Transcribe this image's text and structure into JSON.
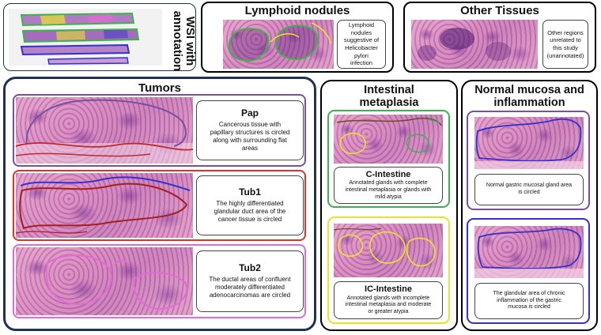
{
  "wsi": {
    "title_line1": "WSI with",
    "title_line2": "annotation"
  },
  "lymphoid": {
    "title": "Lymphoid nodules",
    "desc": [
      "Lymphoid",
      "nodules",
      "suggestive of",
      "Helicobacter",
      "pylori",
      "infection"
    ]
  },
  "other": {
    "title": "Other Tissues",
    "desc": [
      "Other regions",
      "unrelated to",
      "this study",
      "(unannotated)"
    ]
  },
  "tumors": {
    "title": "Tumors",
    "items": [
      {
        "name": "Pap",
        "desc": [
          "Cancerous tissue with",
          "papillary structures is circled",
          "along with surrounding flat",
          "areas"
        ]
      },
      {
        "name": "Tub1",
        "desc": [
          "The highly differentiated",
          "glandular duct area of the",
          "cancer tissue is circled"
        ]
      },
      {
        "name": "Tub2",
        "desc": [
          "The ductal areas of confluent",
          "moderately differentiated",
          "adenocarcinomas are circled"
        ]
      }
    ]
  },
  "intestinal": {
    "title_line1": "Intestinal",
    "title_line2": "metaplasia",
    "items": [
      {
        "name": "C-Intestine",
        "desc": [
          "Annotated glands with complete",
          "intestinal metaplasia or glands with",
          "mild atypia"
        ]
      },
      {
        "name": "IC-Intestine",
        "desc": [
          "Annotated glands with incomplete",
          "intestinal metaplasia and moderate",
          "or greater atypia"
        ]
      }
    ]
  },
  "normal": {
    "title_line1": "Normal mucosa and",
    "title_line2": "inflammation",
    "items": [
      {
        "desc": [
          "Normal gastric mucosal gland area",
          "is circled"
        ]
      },
      {
        "desc": [
          "The glandular area of chronic",
          "inflammation of the gastric",
          "mucosa is circled"
        ]
      }
    ]
  },
  "colors": {
    "tumors_border": "#1f3350",
    "pap": "#7b4fa0",
    "tub1": "#e0342b",
    "tub2": "#e46ad6",
    "c_intestine": "#3cb44b",
    "ic_intestine": "#e9e42a",
    "normal": "#7b4fa0",
    "inflammation": "#3333cc",
    "black": "#000000",
    "wsi_border": "#1f3350"
  }
}
